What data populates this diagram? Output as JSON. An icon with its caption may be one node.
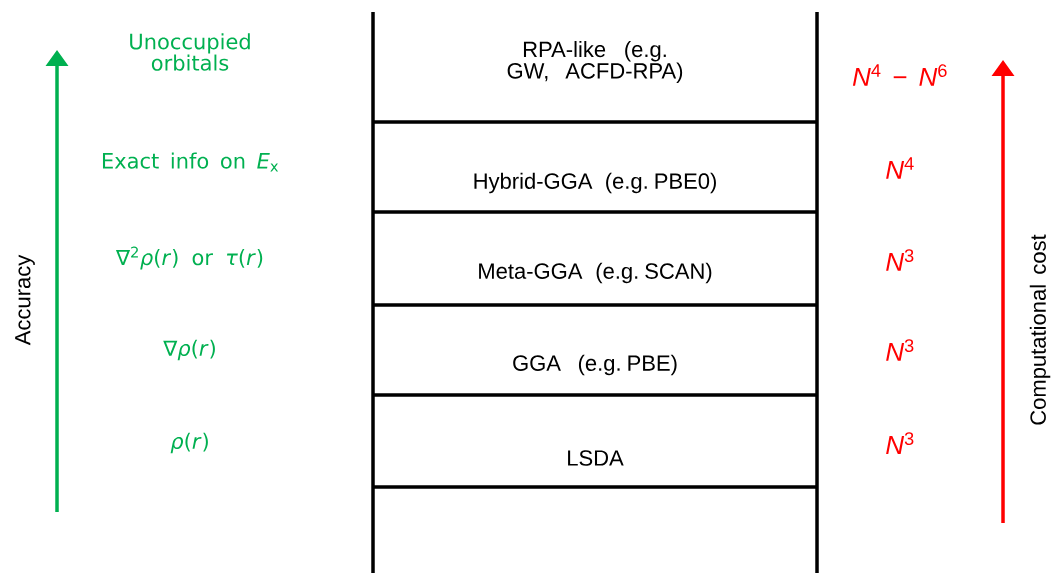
{
  "diagram": {
    "nodes": [
      {
        "text": [
          "RPA-like (e.g. GW, ACFD-RPA)"
        ]
      },
      {
        "text": [
          "Hybrid-GGA (e.g. PBE0)"
        ]
      },
      {
        "text": [
          "Meta-GGA (e.g. SCAN)"
        ]
      },
      {
        "text": [
          "GGA (e.g. PBE)"
        ]
      },
      {
        "text": [
          "LSDA"
        ]
      }
    ],
    "labels": [
      "Unoccupied orbitals",
      "*N*$^{4}$ − *N*$^{6}$",
      "Exact info on *E*$_{x}$",
      "*N*$^{4}$",
      "∇$^{2}$*ρ*(*r*) or *τ*(*r*)",
      "*N*$^{3}$",
      "∇*ρ*(*r*)",
      "*N*$^{3}$",
      "*ρ*(*r*)",
      "*N*$^{3}$",
      "Accuracy",
      "Computational cost"
    ]
  }
}
